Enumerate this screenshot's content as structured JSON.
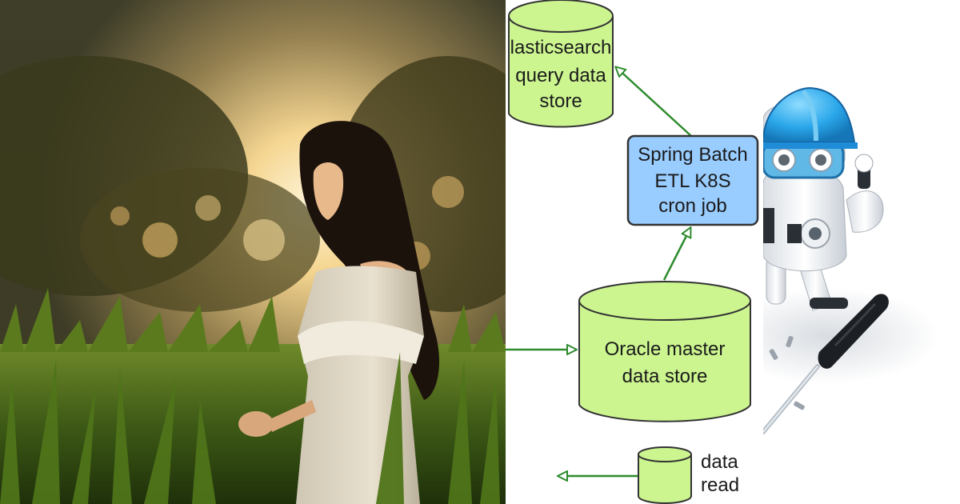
{
  "diagram": {
    "es_store": {
      "line1": "lasticsearch",
      "line2": "query data",
      "line3": "store"
    },
    "etl_job": {
      "line1": "Spring Batch",
      "line2": "ETL K8S",
      "line3": "cron job"
    },
    "oracle_store": {
      "line1": "Oracle master",
      "line2": "data store"
    },
    "legend": {
      "line1": "data",
      "line2": "read"
    }
  },
  "colors": {
    "store_fill": "#ccf590",
    "job_fill": "#99ccff",
    "arrow": "#2e8b2e",
    "outline": "#333333"
  }
}
